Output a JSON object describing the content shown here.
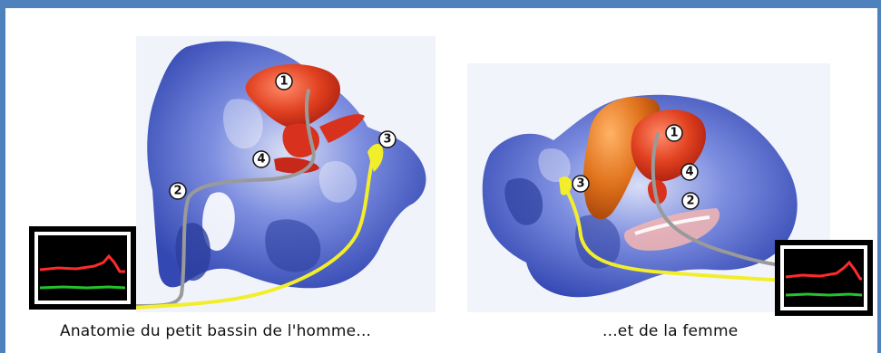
{
  "captions": {
    "male": "Anatomie du petit bassin de l'homme...",
    "female": "...et de la femme"
  },
  "male_markers": [
    "1",
    "2",
    "3",
    "4"
  ],
  "female_markers": [
    "1",
    "2",
    "3",
    "4"
  ],
  "colors": {
    "frame": "#4f81bd",
    "tissue_blue": "#4a5fc0",
    "bladder_red": "#d8321e",
    "uterus_orange": "#e0721c",
    "catheter_grey": "#9a9a9a",
    "catheter_yellow": "#f2ee2a",
    "monitor_red_trace": "#ff2a2a",
    "monitor_green_trace": "#25c22a"
  }
}
